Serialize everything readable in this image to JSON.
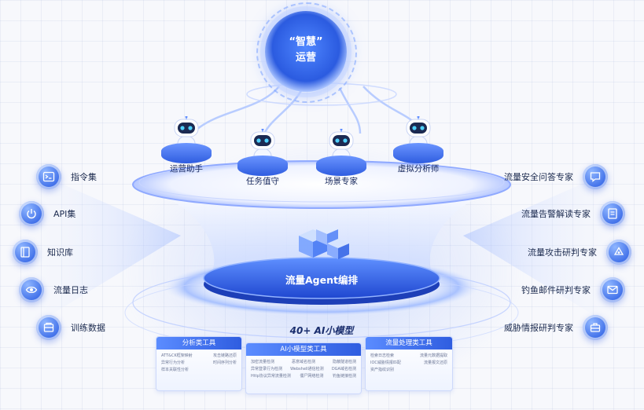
{
  "center": {
    "line1": "“智慧”",
    "line2": "运营"
  },
  "robots": [
    {
      "label": "运营助手"
    },
    {
      "label": "任务值守"
    },
    {
      "label": "场景专家"
    },
    {
      "label": "虚拟分析师"
    }
  ],
  "orchestration_label": "流量Agent编排",
  "models_title": "40+ AI小模型",
  "left_items": [
    {
      "label": "指令集",
      "icon": "terminal-icon"
    },
    {
      "label": "API集",
      "icon": "power-icon"
    },
    {
      "label": "知识库",
      "icon": "book-icon"
    },
    {
      "label": "流量日志",
      "icon": "eye-icon"
    },
    {
      "label": "训练数据",
      "icon": "database-icon"
    }
  ],
  "right_items": [
    {
      "label": "流量安全问答专家",
      "icon": "chat-icon"
    },
    {
      "label": "流量告警解读专家",
      "icon": "report-icon"
    },
    {
      "label": "流量攻击研判专家",
      "icon": "cycle-icon"
    },
    {
      "label": "钓鱼邮件研判专家",
      "icon": "mail-icon"
    },
    {
      "label": "威胁情报研判专家",
      "icon": "briefcase-icon"
    }
  ],
  "panels": [
    {
      "title": "分析类工具",
      "rows": [
        [
          "ATT&CK框架映射",
          "攻击链路还原"
        ],
        [
          "异常行为分析",
          "时间序列分析"
        ],
        [
          "样本关联性分析",
          ""
        ]
      ]
    },
    {
      "title": "AI小模型类工具",
      "rows": [
        [
          "加密流量检测",
          "恶意域名检测",
          "隐蔽隧道检测"
        ],
        [
          "异常登录行为检测",
          "Webshell通信检测",
          "DGA域名检测"
        ],
        [
          "Http协议异常流量检测",
          "僵尸网络检测",
          "钓鱼链接检测"
        ]
      ]
    },
    {
      "title": "流量处理类工具",
      "rows": [
        [
          "检索日志检索",
          "流量元数据提取"
        ],
        [
          "IOC威胁情报匹配",
          "流量报文还原"
        ],
        [
          "资产指纹识别",
          ""
        ]
      ]
    }
  ],
  "colors": {
    "accent": "#2f5de0",
    "text": "#1b2a4e"
  }
}
